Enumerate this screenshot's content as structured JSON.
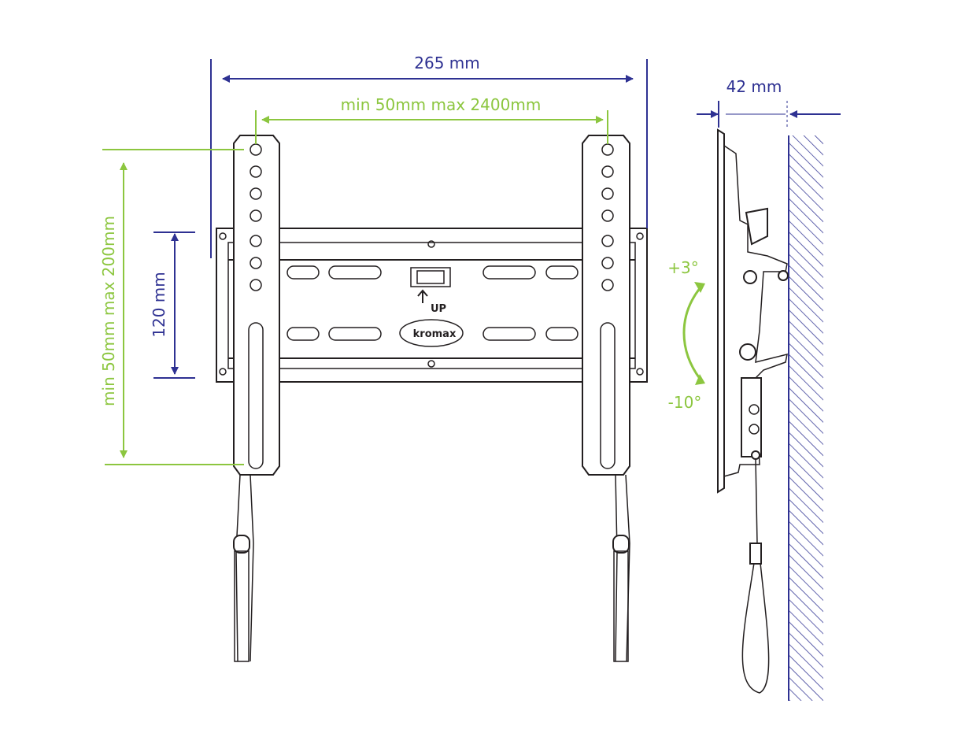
{
  "dimensions": {
    "overall_width": "265 mm",
    "horizontal_vesa": "min 50mm max 2400mm",
    "vertical_vesa": "min 50mm max 200mm",
    "vertical_spacing": "120 mm",
    "wall_distance": "42 mm"
  },
  "tilt": {
    "up": "+3°",
    "down": "-10°"
  },
  "plate_marking": {
    "up_label": "UP",
    "logo_text": "kromax"
  },
  "colors": {
    "navy": "#2e3192",
    "green": "#8cc63f",
    "line": "#231f20"
  }
}
